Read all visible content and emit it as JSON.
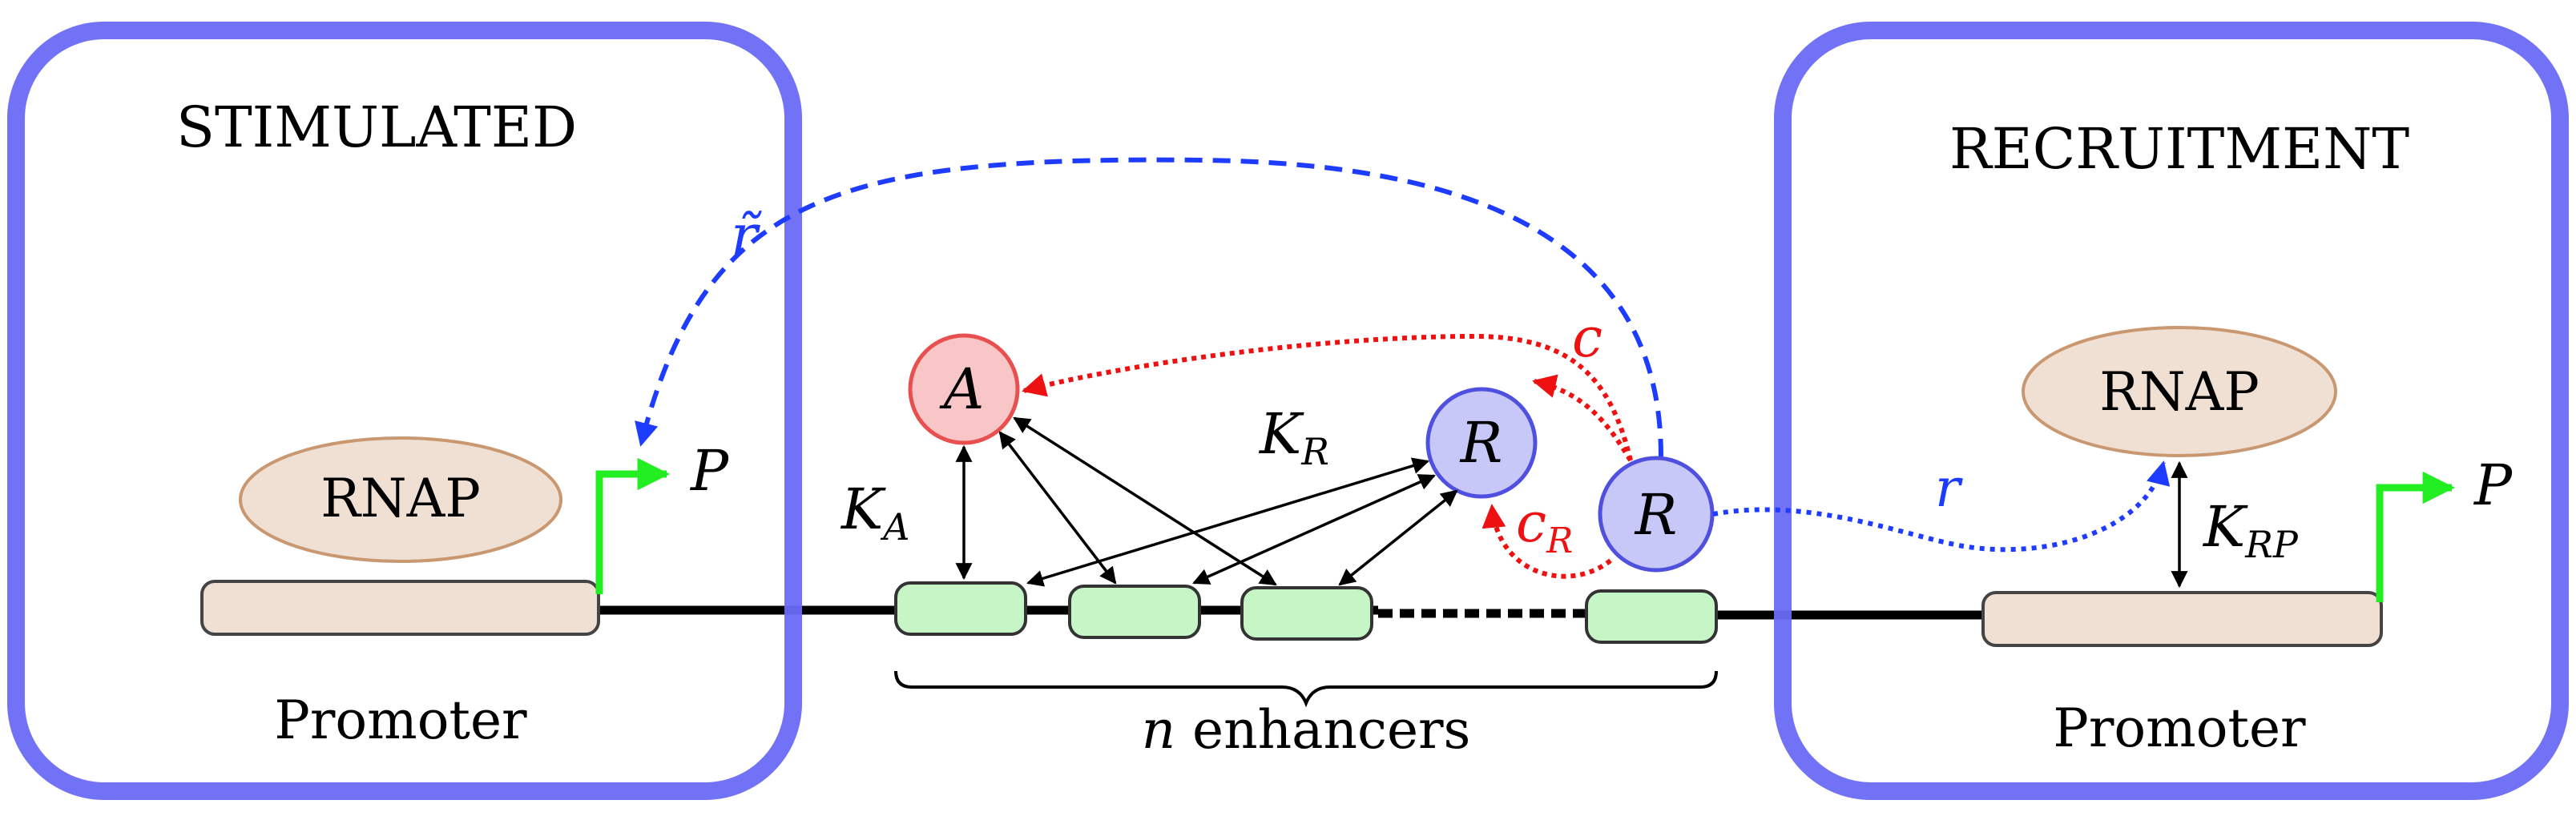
{
  "panels": {
    "stimulated": {
      "title": "STIMULATED",
      "rnap": "RNAP",
      "promoter": "Promoter",
      "product": "P"
    },
    "recruitment": {
      "title": "RECRUITMENT",
      "rnap": "RNAP",
      "promoter": "Promoter",
      "product": "P"
    }
  },
  "center": {
    "activator": "A",
    "repressor_free": "R",
    "repressor_bound": "R",
    "enhancers_label_var": "n",
    "enhancers_label_text": " enhancers"
  },
  "rates": {
    "k_a_main": "K",
    "k_a_sub": "A",
    "k_r_main": "K",
    "k_r_sub": "R",
    "k_rp_main": "K",
    "k_rp_sub": "RP",
    "c": "c",
    "c_r_main": "c",
    "c_r_sub": "R",
    "r": "r",
    "r_tilde": "r̃"
  },
  "colors": {
    "panel_border": "#6a6af6",
    "rnap_fill": "#efe0d3",
    "rnap_stroke": "#c99770",
    "promoter_fill": "#efe0d3",
    "enhancer_fill": "#c6f5c6",
    "activator_fill": "#f8c6c6",
    "activator_stroke": "#e85050",
    "repressor_fill": "#c8c8f8",
    "repressor_stroke": "#5050e0",
    "arrow_blue": "#1e3cff",
    "arrow_red": "#ee1111",
    "tss_green": "#22ee22"
  }
}
